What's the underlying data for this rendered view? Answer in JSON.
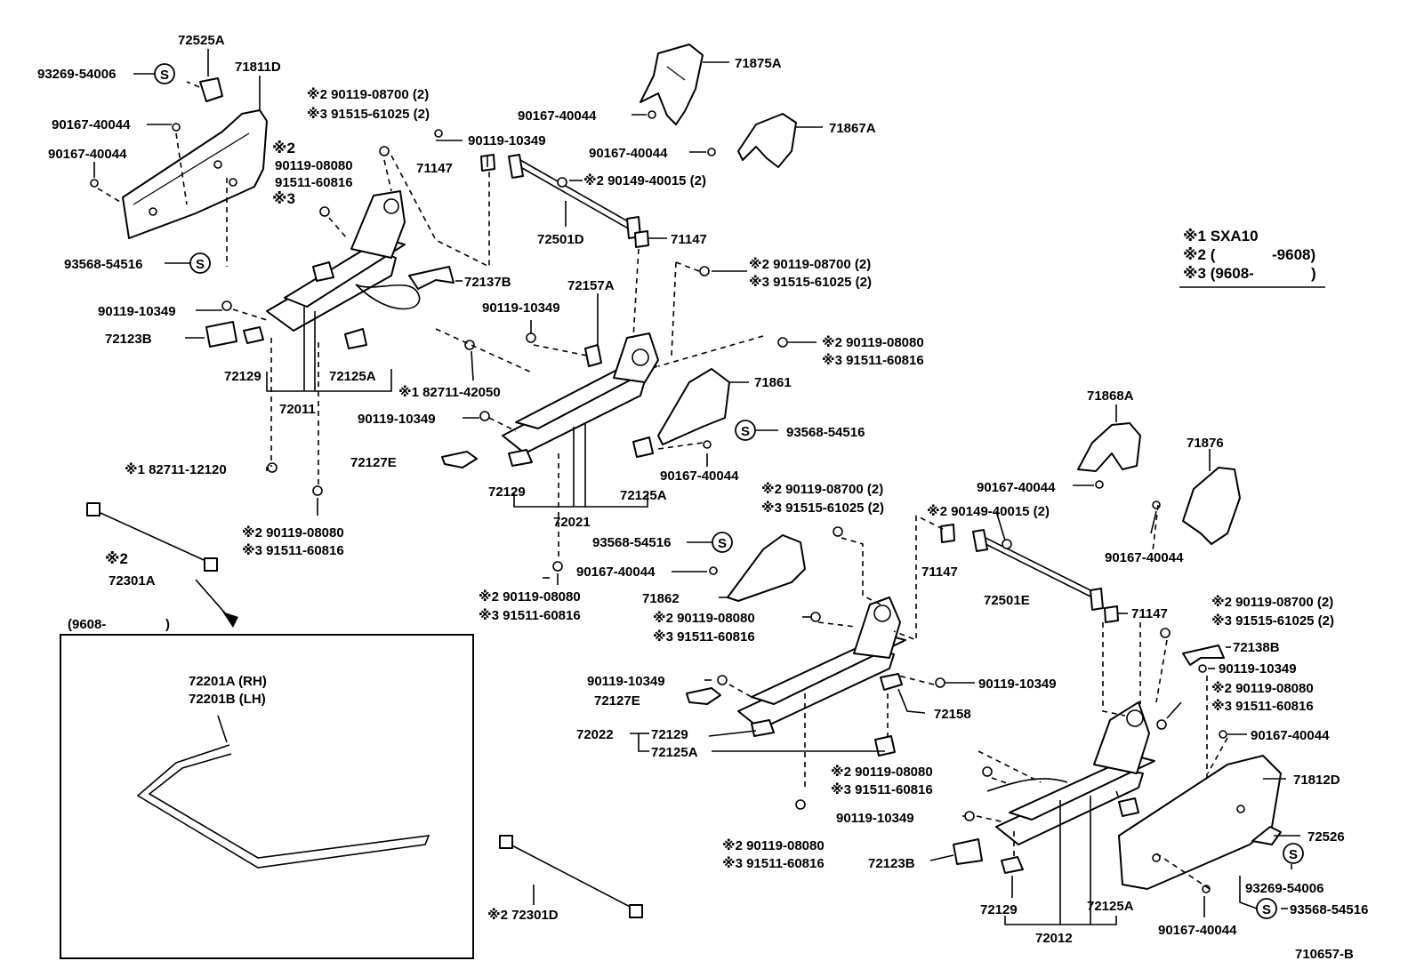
{
  "labels": {
    "l_72525A": "72525A",
    "l_93269_54006_a": "93269-54006",
    "l_71811D": "71811D",
    "l_90167_40044_a": "90167-40044",
    "l_90167_40044_b": "90167-40044",
    "l_93568_54516_a": "93568-54516",
    "l_m2_a": "※2",
    "l_90119_08080_a": "90119-08080",
    "l_91511_60816_a": "91511-60816",
    "l_m3_a": "※3",
    "l_m2_90119_08700_a": "※2 90119-08700 (2)",
    "l_m3_91515_61025_a": "※3 91515-61025 (2)",
    "l_90119_10349_a": "90119-10349",
    "l_71147_a": "71147",
    "l_m2_90149_40015_a": "※2 90149-40015 (2)",
    "l_72501D": "72501D",
    "l_71147_b": "71147",
    "l_71875A": "71875A",
    "l_90167_40044_c": "90167-40044",
    "l_90167_40044_d": "90167-40044",
    "l_71867A": "71867A",
    "l_72137B": "72137B",
    "l_72157A": "72157A",
    "l_m2_90119_08700_b": "※2 90119-08700 (2)",
    "l_m3_91515_61025_b": "※3 91515-61025 (2)",
    "l_90119_10349_b": "90119-10349",
    "l_72123B_a": "72123B",
    "l_90119_10349_c": "90119-10349",
    "l_72129_a": "72129",
    "l_72125A_a": "72125A",
    "l_72011": "72011",
    "l_m1_82711_42050": "※1 82711-42050",
    "l_m2_90119_08080_b": "※2 90119-08080",
    "l_m3_91511_60816_b": "※3 91511-60816",
    "l_71861": "71861",
    "l_90119_10349_d": "90119-10349",
    "l_93568_54516_b": "93568-54516",
    "l_72127E_a": "72127E",
    "l_m1_82711_12120": "※1 82711-12120",
    "l_72129_b": "72129",
    "l_90167_40044_e": "90167-40044",
    "l_72125A_b": "72125A",
    "l_72021": "72021",
    "l_m2_90119_08080_c": "※2 90119-08080",
    "l_m3_91511_60816_c": "※3 91511-60816",
    "l_m2_72301A": "※2",
    "l_72301A": "72301A",
    "l_m2_90119_08700_c": "※2 90119-08700 (2)",
    "l_m3_91515_61025_c": "※3 91515-61025 (2)",
    "l_93568_54516_c": "93568-54516",
    "l_90167_40044_f": "90167-40044",
    "l_m2_90119_08080_d": "※2 90119-08080",
    "l_m3_91511_60816_d": "※3 91511-60816",
    "l_71862": "71862",
    "l_m2_90119_08080_e": "※2 90119-08080",
    "l_m3_91511_60816_e": "※3 91511-60816",
    "l_71868A": "71868A",
    "l_90167_40044_g": "90167-40044",
    "l_71876": "71876",
    "l_m2_90149_40015_b": "※2 90149-40015 (2)",
    "l_71147_c": "71147",
    "l_90167_40044_h": "90167-40044",
    "l_72501E": "72501E",
    "l_71147_d": "71147",
    "l_m2_90119_08700_d": "※2 90119-08700 (2)",
    "l_m3_91515_61025_d": "※3 91515-61025 (2)",
    "l_72138B": "72138B",
    "l_90119_10349_e": "90119-10349",
    "l_90119_10349_f": "90119-10349",
    "l_72127E_b": "72127E",
    "l_90119_10349_g": "90119-10349",
    "l_72158": "72158",
    "l_m2_90119_08080_f": "※2 90119-08080",
    "l_m3_91511_60816_f": "※3 91511-60816",
    "l_72022": "72022",
    "l_72129_c": "72129",
    "l_72125A_c": "72125A",
    "l_90167_40044_i": "90167-40044",
    "l_m2_90119_08080_g": "※2 90119-08080",
    "l_m3_91511_60816_g": "※3 91511-60816",
    "l_71812D": "71812D",
    "l_90119_10349_h": "90119-10349",
    "l_72526": "72526",
    "l_m2_90119_08080_h": "※2 90119-08080",
    "l_m3_91511_60816_h": "※3 91511-60816",
    "l_72123B_b": "72123B",
    "l_93269_54006_b": "93269-54006",
    "l_93568_54516_d": "93568-54516",
    "l_72129_d": "72129",
    "l_72125A_d": "72125A",
    "l_72012": "72012",
    "l_90167_40044_j": "90167-40044",
    "l_m2_72301D": "※2 72301D",
    "l_9608_box": "(9608-",
    "l_9608_box_close": ")",
    "l_72201A": "72201A (RH)",
    "l_72201B": "72201B (LH)",
    "l_ref": "710657-B"
  },
  "legend": {
    "m1": "※1 SXA10",
    "m2": "※2 (",
    "m2b": "-9608)",
    "m3": "※3 (9608-",
    "m3b": ")"
  },
  "symbol_s": "S"
}
